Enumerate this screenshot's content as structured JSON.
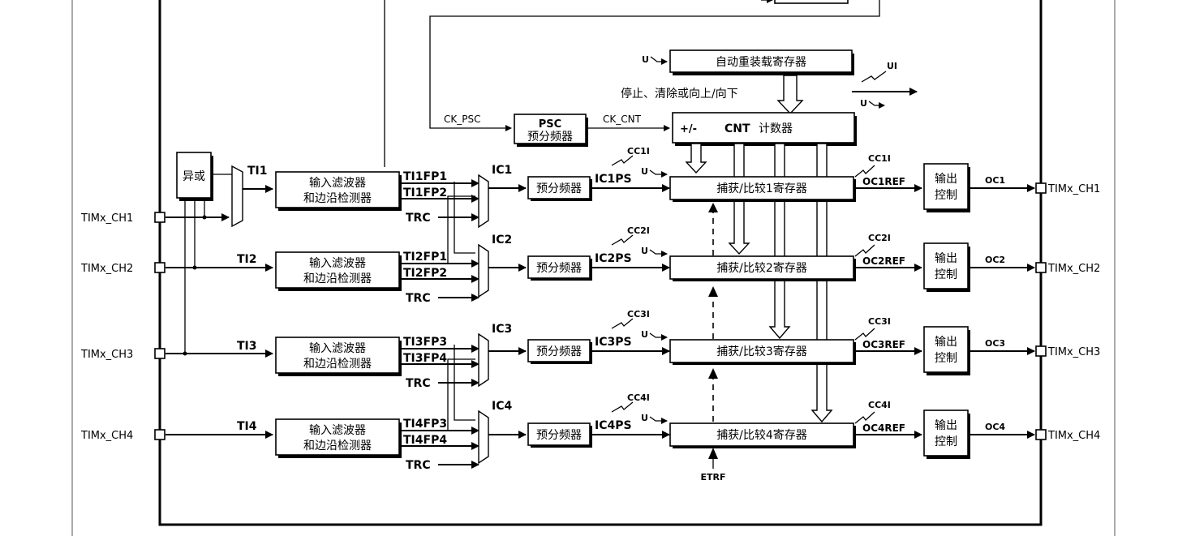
{
  "pins": {
    "ch1": "TIMx_CH1",
    "ch2": "TIMx_CH2",
    "ch3": "TIMx_CH3",
    "ch4": "TIMx_CH4"
  },
  "blocks": {
    "xor": "异或",
    "filter_line1": "输入滤波器",
    "filter_line2": "和边沿检测器",
    "prescaler": "预分频器",
    "psc_title": "PSC",
    "psc_sub": "预分频器",
    "cnt_prefix": "+/-",
    "cnt_title": "CNT",
    "cnt_sub": "计数器",
    "arr": "自动重装载寄存器",
    "ctrl_note": "停止、清除或向上/向下",
    "capcmp": [
      "捕获/比较1寄存器",
      "捕获/比较2寄存器",
      "捕获/比较3寄存器",
      "捕获/比较4寄存器"
    ],
    "out_ctrl_line1": "输出",
    "out_ctrl_line2": "控制"
  },
  "signals": {
    "ti": [
      "TI1",
      "TI2",
      "TI3",
      "TI4"
    ],
    "tifp": [
      [
        "TI1FP1",
        "TI1FP2"
      ],
      [
        "TI2FP1",
        "TI2FP2"
      ],
      [
        "TI3FP3",
        "TI3FP4"
      ],
      [
        "TI4FP3",
        "TI4FP4"
      ]
    ],
    "trc": "TRC",
    "ic": [
      "IC1",
      "IC2",
      "IC3",
      "IC4"
    ],
    "icps": [
      "IC1PS",
      "IC2PS",
      "IC3PS",
      "IC4PS"
    ],
    "cci": [
      "CC1I",
      "CC2I",
      "CC3I",
      "CC4I"
    ],
    "ocref": [
      "OC1REF",
      "OC2REF",
      "OC3REF",
      "OC4REF"
    ],
    "oc": [
      "OC1",
      "OC2",
      "OC3",
      "OC4"
    ],
    "u": "U",
    "ui": "UI",
    "ck_psc": "CK_PSC",
    "ck_cnt": "CK_CNT",
    "etrf": "ETRF"
  }
}
